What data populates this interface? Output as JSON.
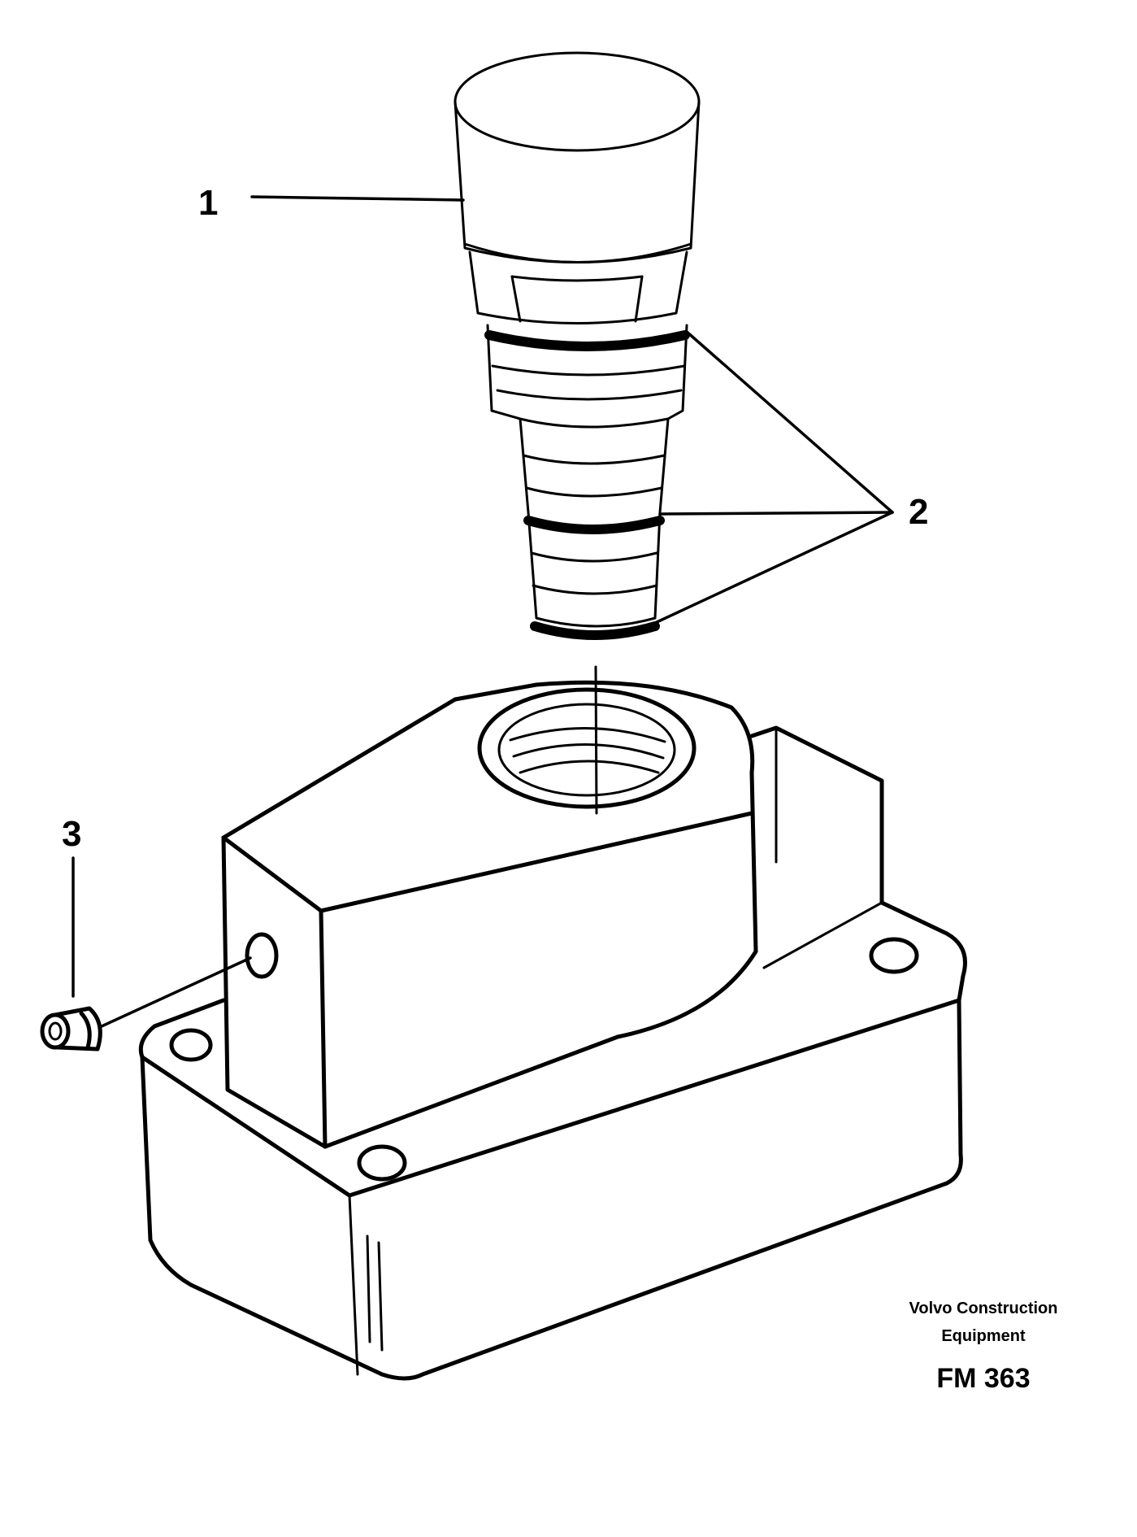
{
  "callouts": {
    "one": "1",
    "two": "2",
    "three": "3"
  },
  "caption": {
    "company_line1": "Volvo Construction",
    "company_line2": "Equipment",
    "figure_code": "FM 363"
  }
}
